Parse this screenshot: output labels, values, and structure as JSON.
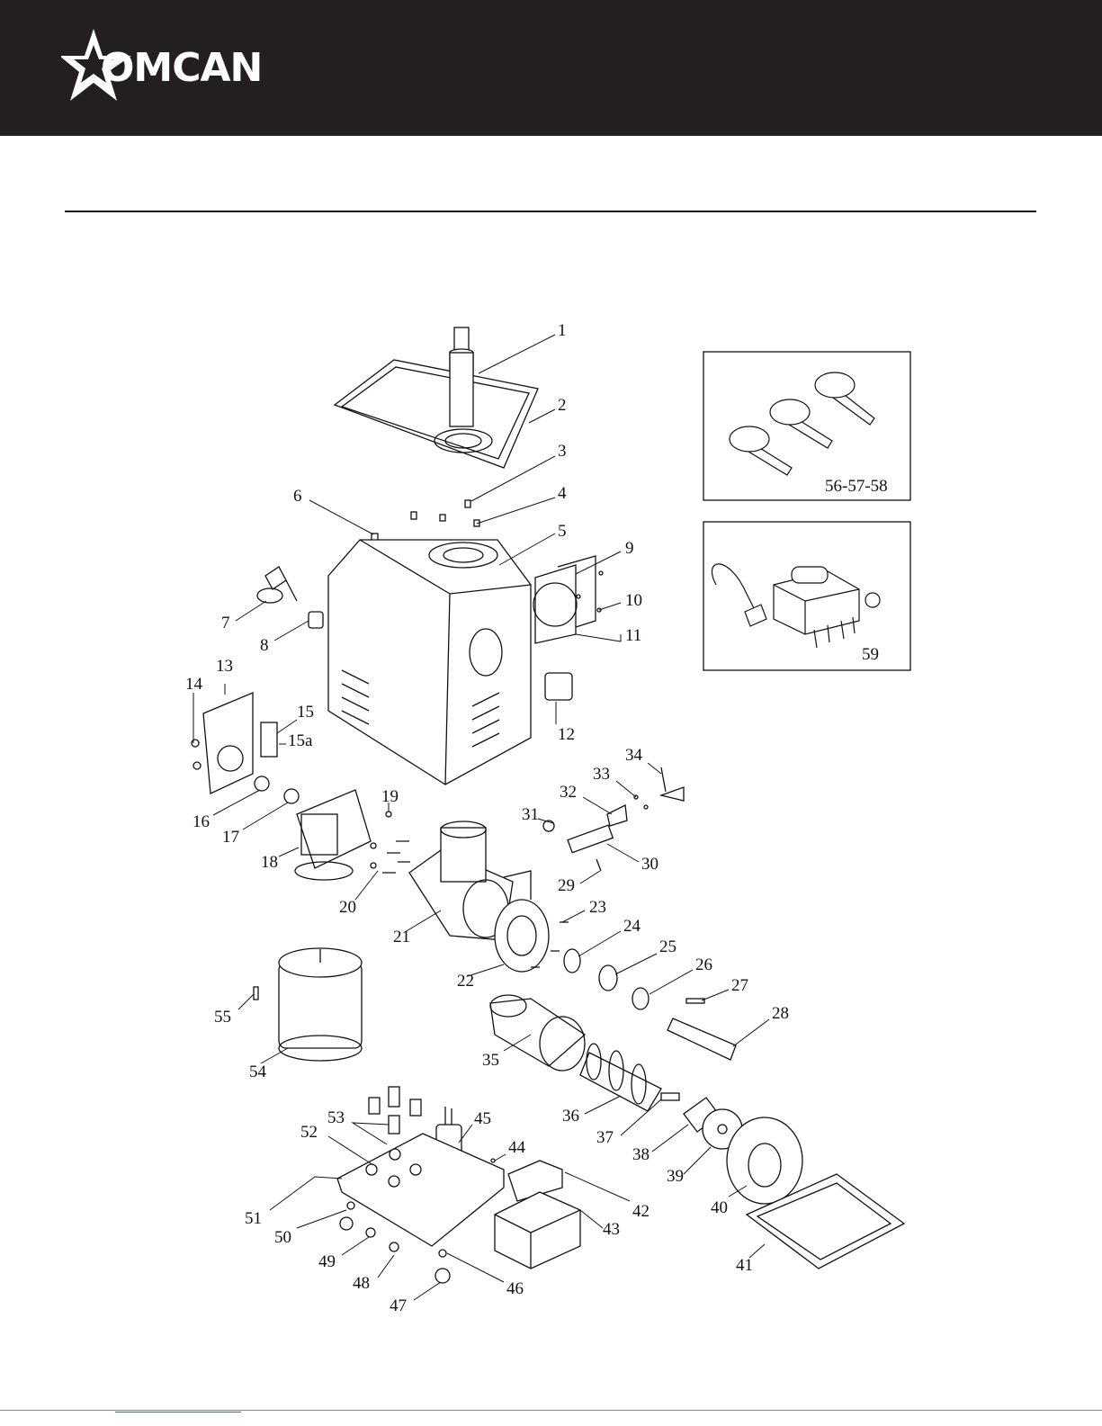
{
  "header": {
    "logo_text": "OMCAN",
    "brand_color": "#231f20"
  },
  "callouts": [
    {
      "id": "1",
      "label": "1"
    },
    {
      "id": "2",
      "label": "2"
    },
    {
      "id": "3",
      "label": "3"
    },
    {
      "id": "4",
      "label": "4"
    },
    {
      "id": "5",
      "label": "5"
    },
    {
      "id": "6",
      "label": "6"
    },
    {
      "id": "7",
      "label": "7"
    },
    {
      "id": "8",
      "label": "8"
    },
    {
      "id": "9",
      "label": "9"
    },
    {
      "id": "10",
      "label": "10"
    },
    {
      "id": "11",
      "label": "11"
    },
    {
      "id": "12",
      "label": "12"
    },
    {
      "id": "13",
      "label": "13"
    },
    {
      "id": "14",
      "label": "14"
    },
    {
      "id": "15",
      "label": "15"
    },
    {
      "id": "15a",
      "label": "15a"
    },
    {
      "id": "16",
      "label": "16"
    },
    {
      "id": "17",
      "label": "17"
    },
    {
      "id": "18",
      "label": "18"
    },
    {
      "id": "19",
      "label": "19"
    },
    {
      "id": "20",
      "label": "20"
    },
    {
      "id": "21",
      "label": "21"
    },
    {
      "id": "22",
      "label": "22"
    },
    {
      "id": "23",
      "label": "23"
    },
    {
      "id": "24",
      "label": "24"
    },
    {
      "id": "25",
      "label": "25"
    },
    {
      "id": "26",
      "label": "26"
    },
    {
      "id": "27",
      "label": "27"
    },
    {
      "id": "28",
      "label": "28"
    },
    {
      "id": "29",
      "label": "29"
    },
    {
      "id": "30",
      "label": "30"
    },
    {
      "id": "31",
      "label": "31"
    },
    {
      "id": "32",
      "label": "32"
    },
    {
      "id": "33",
      "label": "33"
    },
    {
      "id": "34",
      "label": "34"
    },
    {
      "id": "35",
      "label": "35"
    },
    {
      "id": "36",
      "label": "36"
    },
    {
      "id": "37",
      "label": "37"
    },
    {
      "id": "38",
      "label": "38"
    },
    {
      "id": "39",
      "label": "39"
    },
    {
      "id": "40",
      "label": "40"
    },
    {
      "id": "41",
      "label": "41"
    },
    {
      "id": "42",
      "label": "42"
    },
    {
      "id": "43",
      "label": "43"
    },
    {
      "id": "44",
      "label": "44"
    },
    {
      "id": "45",
      "label": "45"
    },
    {
      "id": "46",
      "label": "46"
    },
    {
      "id": "47",
      "label": "47"
    },
    {
      "id": "48",
      "label": "48"
    },
    {
      "id": "49",
      "label": "49"
    },
    {
      "id": "50",
      "label": "50"
    },
    {
      "id": "51",
      "label": "51"
    },
    {
      "id": "52",
      "label": "52"
    },
    {
      "id": "53",
      "label": "53"
    },
    {
      "id": "54",
      "label": "54"
    },
    {
      "id": "55",
      "label": "55"
    }
  ],
  "inset_boxes": [
    {
      "id": "stuffing-tubes",
      "label": "56-57-58"
    },
    {
      "id": "electrical-box",
      "label": "59"
    }
  ]
}
